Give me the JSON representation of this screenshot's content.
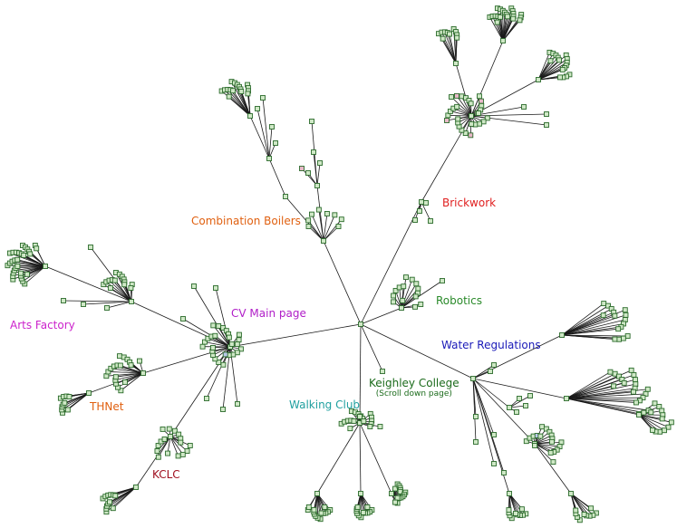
{
  "colors": {
    "node_fill": "#cfe8c6",
    "node_stroke": "#2a6a2a",
    "node_alt_pink": "#e8b8c8",
    "node_alt_blue": "#b8c8e8",
    "edge": "#1a1a1a"
  },
  "labels": {
    "combination_boilers": {
      "text": "Combination  Boilers",
      "color": "#e06010"
    },
    "brickwork": {
      "text": "Brickwork",
      "color": "#e02020"
    },
    "arts_factory": {
      "text": "Arts Factory",
      "color": "#cc22cc"
    },
    "cv_main_page": {
      "text": "CV Main page",
      "color": "#b01ec8"
    },
    "robotics": {
      "text": "Robotics",
      "color": "#2a8a2a"
    },
    "water_regulations": {
      "text": "Water Regulations",
      "color": "#1a1ab8"
    },
    "keighley_college": {
      "text": "Keighley College",
      "color": "#1b6b1b"
    },
    "keighley_college_sub": {
      "text": "(Scroll down page)"
    },
    "walking_club": {
      "text": "Walking Club",
      "color": "#20a0a0"
    },
    "thnet": {
      "text": "THNet",
      "color": "#e06010"
    },
    "kclc": {
      "text": "KCLC",
      "color": "#a01020"
    }
  }
}
